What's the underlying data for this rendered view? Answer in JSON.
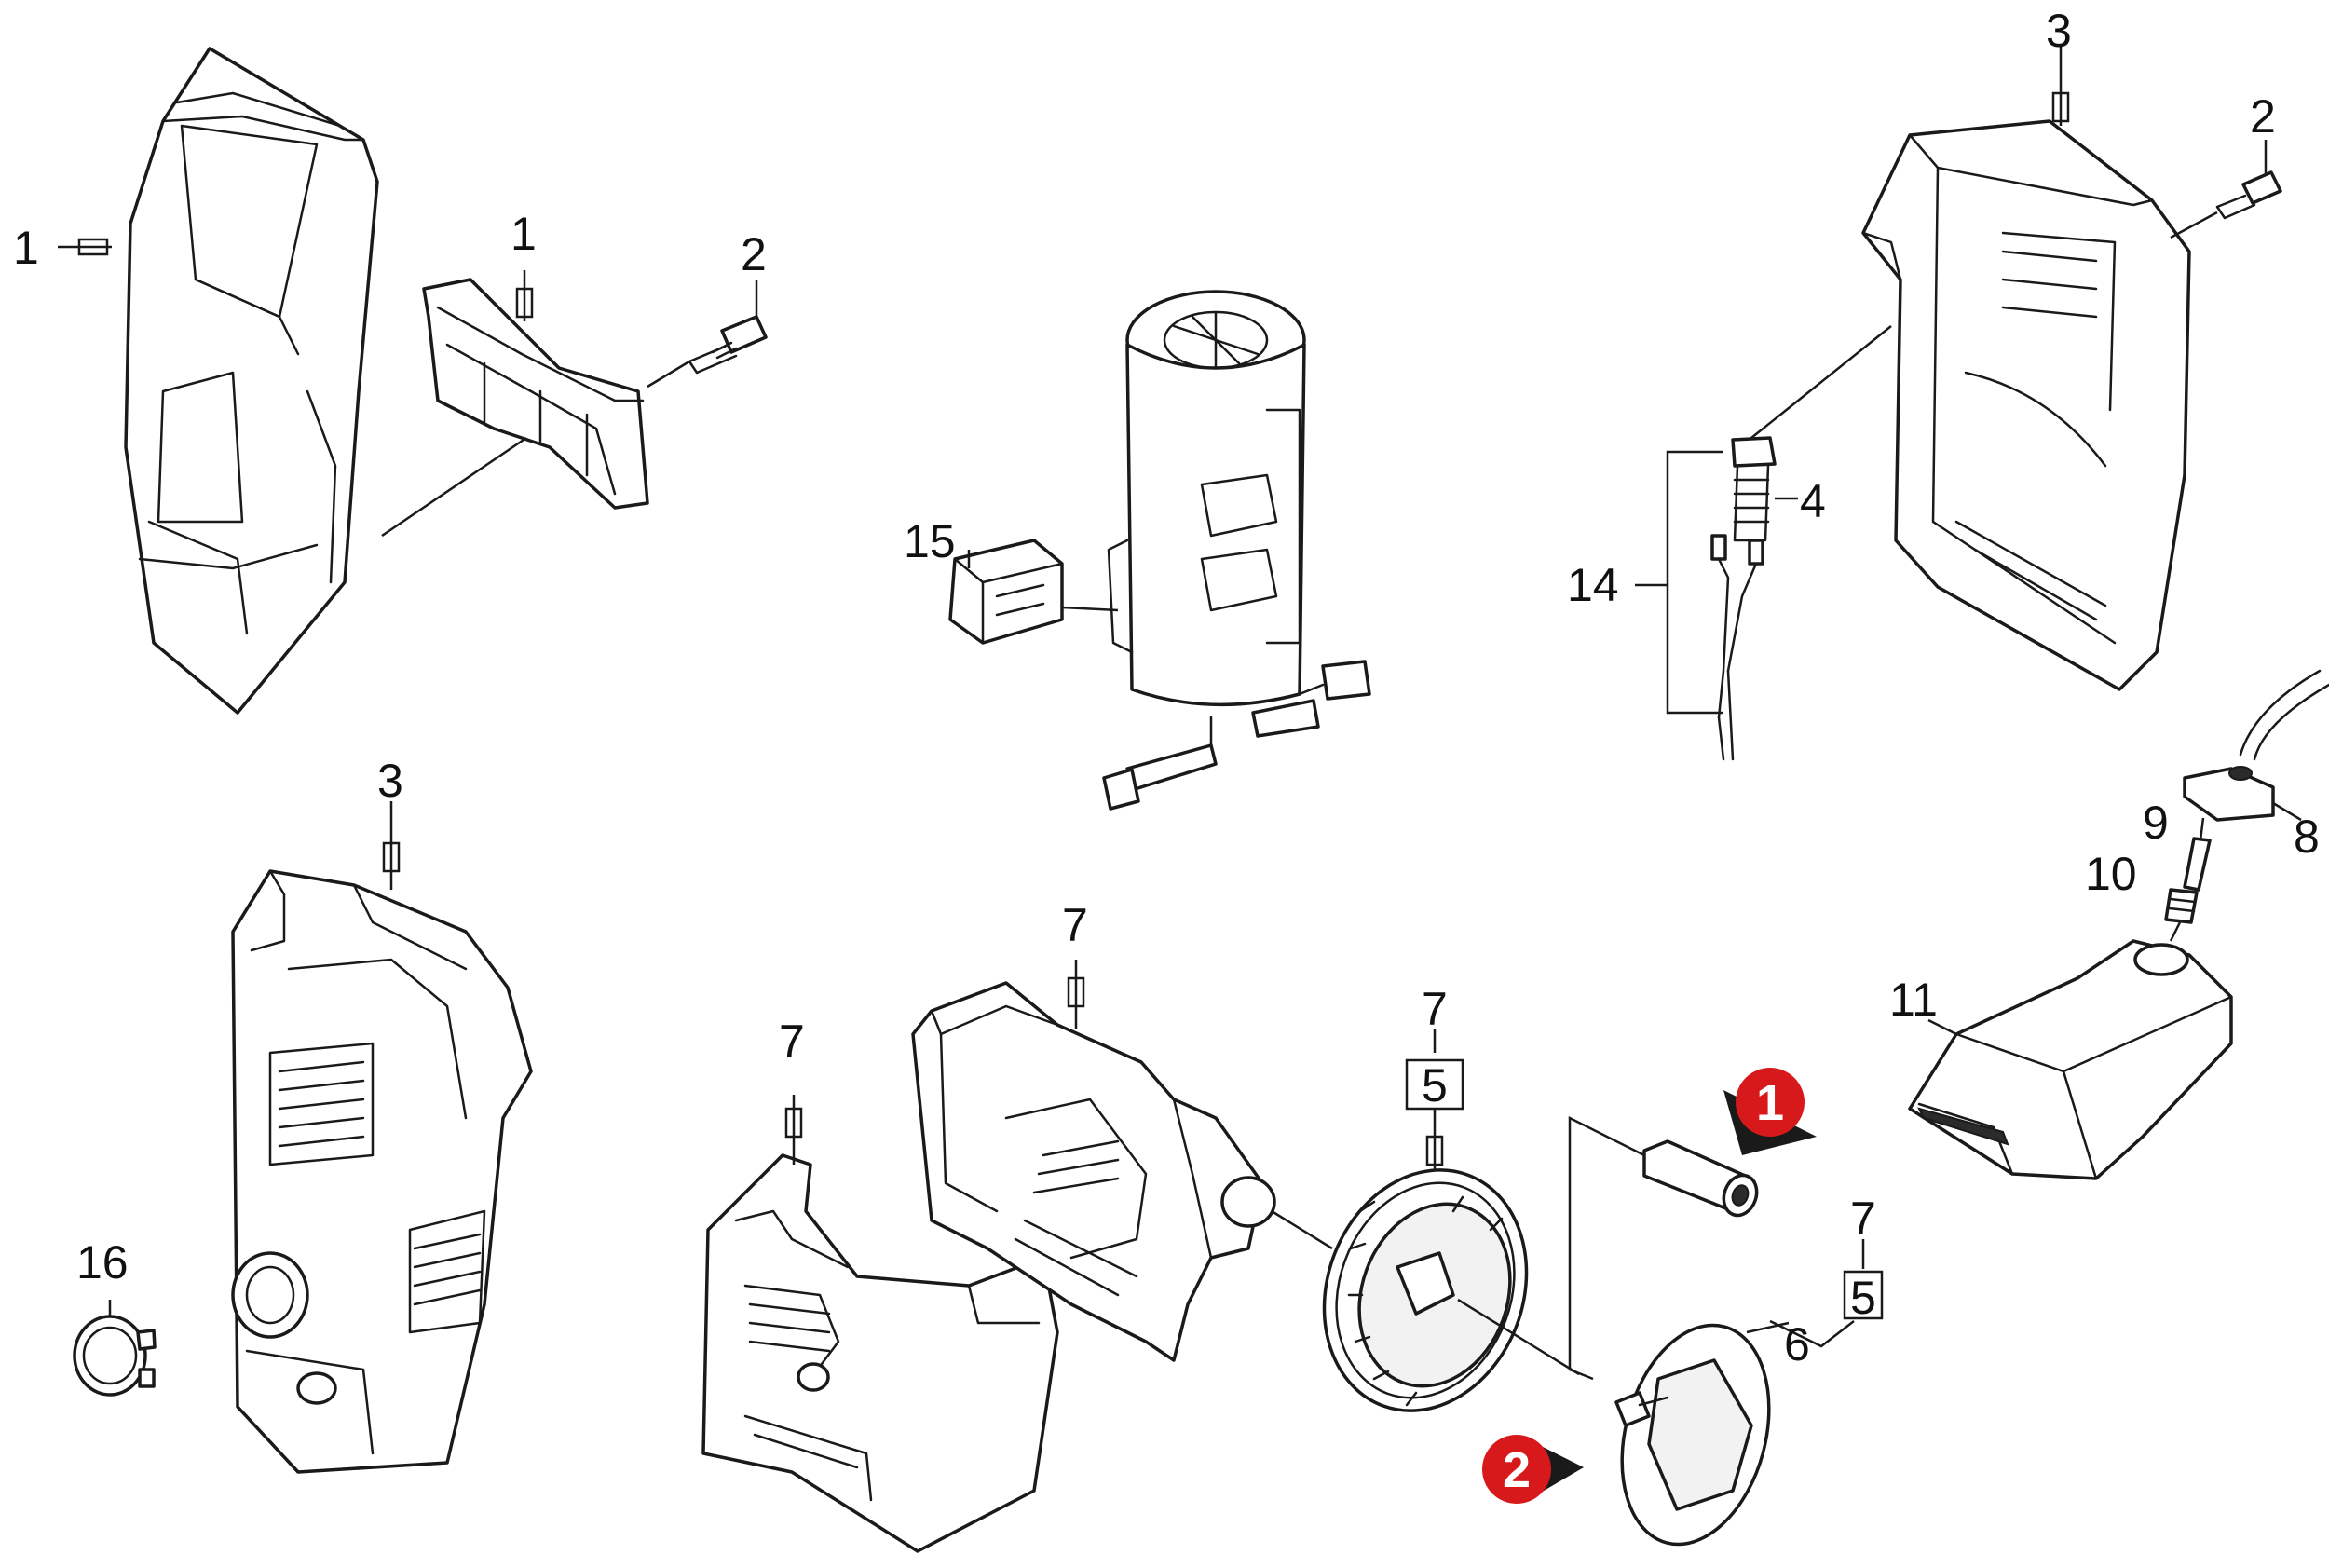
{
  "colors": {
    "line": "#1a1a1a",
    "callout_red": "#d7191c",
    "callout_arrow": "#1a1a1a"
  },
  "labels": {
    "top_left_cover": "1",
    "top_bracket": "1",
    "top_bracket_screw": "2",
    "pump_module": "15",
    "upper_right_housing": "3",
    "upper_right_screw": "2",
    "cable_gland": "4",
    "cable_assembly": "14",
    "detergent_hose": "8",
    "hose_nipple": "9",
    "filter": "10",
    "detergent_tank": "11",
    "front_housing": "3",
    "knob": "16",
    "front_cover": "7",
    "base_frame": "7",
    "wheel_group": "7",
    "wheel_subgroup": "5",
    "hubcap_group": "7",
    "hubcap_subgroup": "5",
    "hubcap": "6"
  },
  "callouts": [
    {
      "id": "callout-1",
      "number": "1"
    },
    {
      "id": "callout-2",
      "number": "2"
    }
  ]
}
